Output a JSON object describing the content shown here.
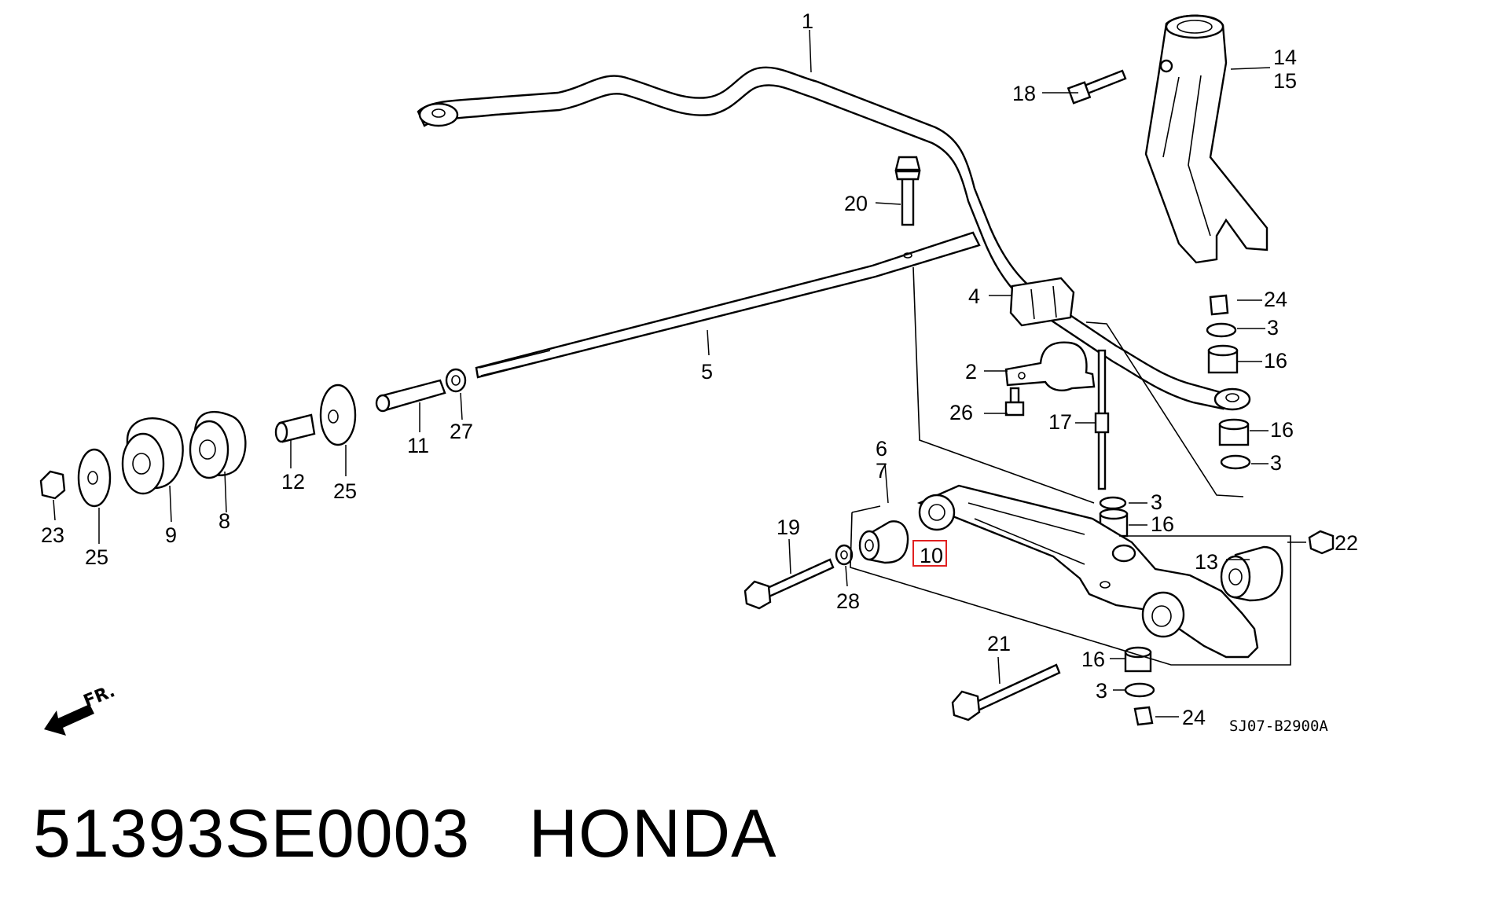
{
  "caption": {
    "part_number": "51393SE0003",
    "brand": "HONDA"
  },
  "diagram_code": "SJ07-B2900A",
  "direction_label": "FR.",
  "callouts": [
    "1",
    "14",
    "15",
    "18",
    "20",
    "4",
    "24",
    "3",
    "16",
    "2",
    "26",
    "17",
    "16",
    "3",
    "6",
    "7",
    "3",
    "16",
    "5",
    "27",
    "11",
    "12",
    "25",
    "8",
    "9",
    "25",
    "23",
    "19",
    "10",
    "28",
    "22",
    "13",
    "21",
    "16",
    "3",
    "24"
  ],
  "highlight_color": "#e02020",
  "highlighted_callout": "10"
}
